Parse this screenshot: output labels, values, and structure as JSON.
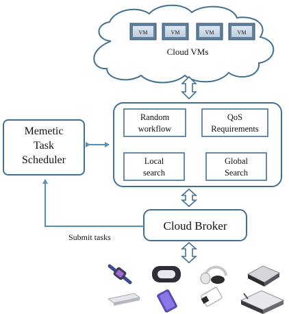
{
  "cloud": {
    "title": "Cloud VMs",
    "vm_labels": [
      "VM",
      "VM",
      "VM",
      "VM"
    ]
  },
  "scheduler": {
    "label_lines": [
      "Memetic",
      "Task",
      "Scheduler"
    ]
  },
  "modules": {
    "random_workflow": [
      "Random",
      "workflow"
    ],
    "qos_requirements": [
      "QoS",
      "Requirements"
    ],
    "local_search": [
      "Local",
      "search"
    ],
    "global_search": [
      "Global",
      "Search"
    ]
  },
  "broker": {
    "label": "Cloud Broker"
  },
  "submit_tasks": {
    "label": "Submit tasks"
  },
  "devices": [
    "smartwatch-icon",
    "vr-headset-icon",
    "headphones-icon",
    "power-adapter-icon",
    "usb-stick-icon",
    "smartphone-icon",
    "smart-card-icon",
    "router-icon"
  ],
  "colors": {
    "frame_stroke": "#3f6f94",
    "arrow_fill": "#ffffff",
    "connector": "#5a8fb5"
  }
}
